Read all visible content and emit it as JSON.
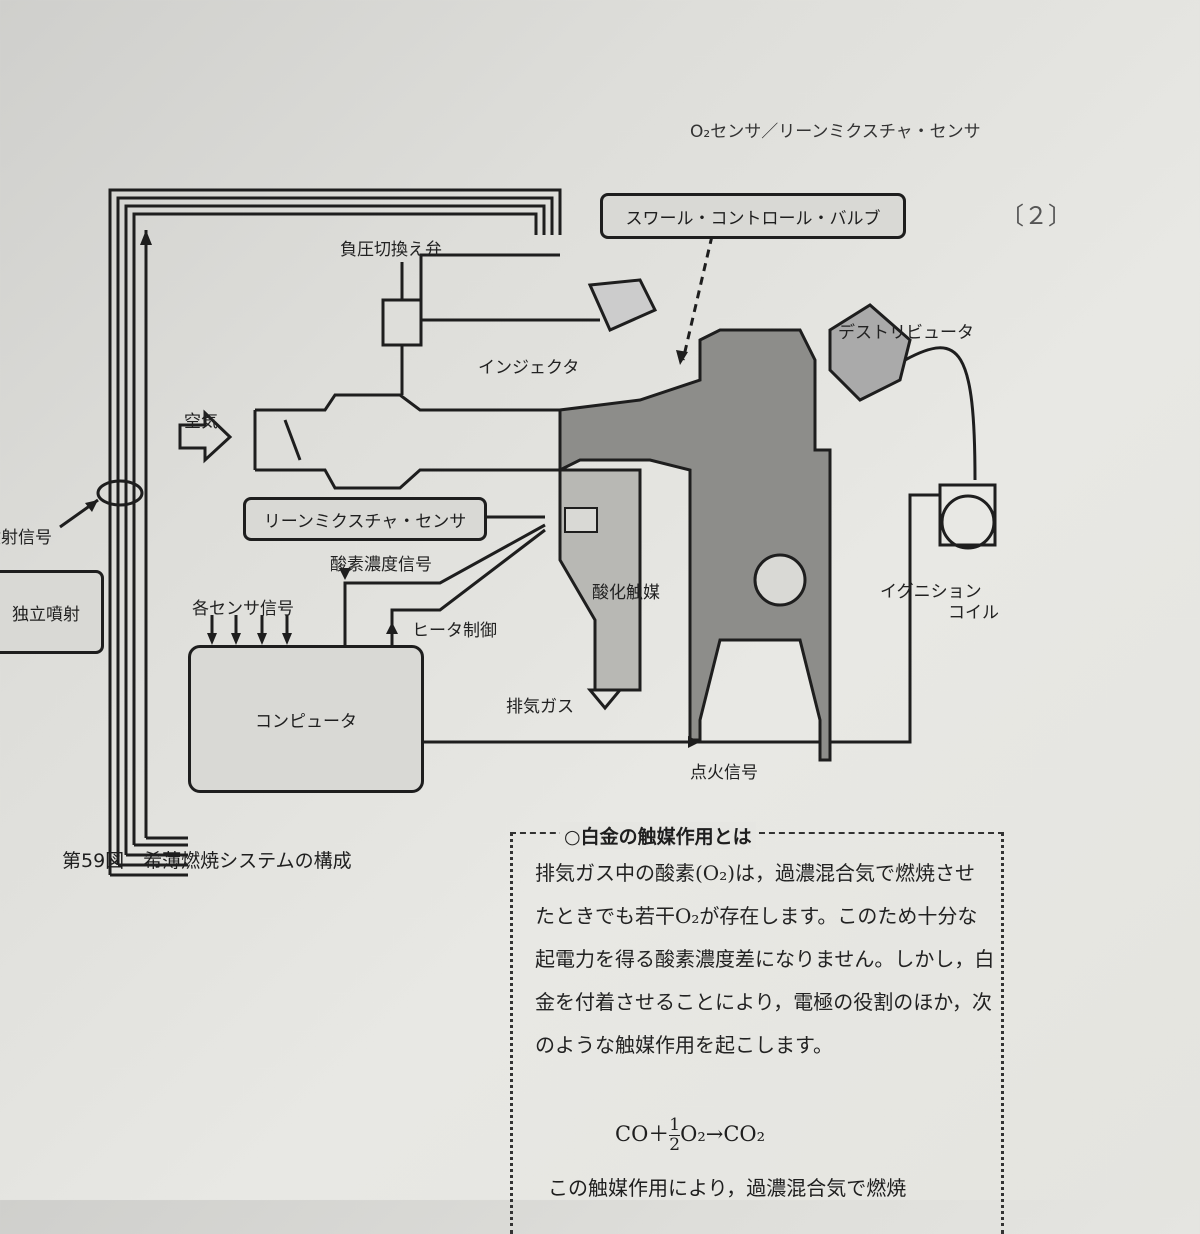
{
  "header": {
    "running_title": "O₂センサ／リーンミクスチャ・センサ",
    "section_mark": "〔２〕"
  },
  "diagram": {
    "swirl_valve": "スワール・コントロール・バルブ",
    "vacuum_switch_valve": "負圧切換え弁",
    "distributor": "デストリビュータ",
    "injector": "インジェクタ",
    "air": "空気",
    "lean_sensor": "リーンミクスチャ・センサ",
    "o2_signal": "酸素濃度信号",
    "injection_signal": "噴射信号",
    "independent_injection": "独立噴射",
    "sensor_signals": "各センサ信号",
    "heater_control": "ヒータ制御",
    "oxidation_catalyst": "酸化触媒",
    "ignition_coil_1": "イグニション",
    "ignition_coil_2": "コイル",
    "exhaust_gas": "排気ガス",
    "computer": "コンピュータ",
    "ignition_signal": "点火信号"
  },
  "caption": "第59図　希薄燃焼システムの構成",
  "callout": {
    "title": "○白金の触媒作用とは",
    "paragraph": "排気ガス中の酸素(O₂)は，過濃混合気で燃焼させたときでも若干O₂が存在します。このため十分な起電力を得る酸素濃度差になりません。しかし，白金を付着させることにより，電極の役割のほか，次のような触媒作用を起こします。",
    "formula_left": "CO＋",
    "formula_num": "1",
    "formula_den": "2",
    "formula_right": "O₂→CO₂",
    "continuation": "この触媒作用により，過濃混合気で燃焼"
  }
}
